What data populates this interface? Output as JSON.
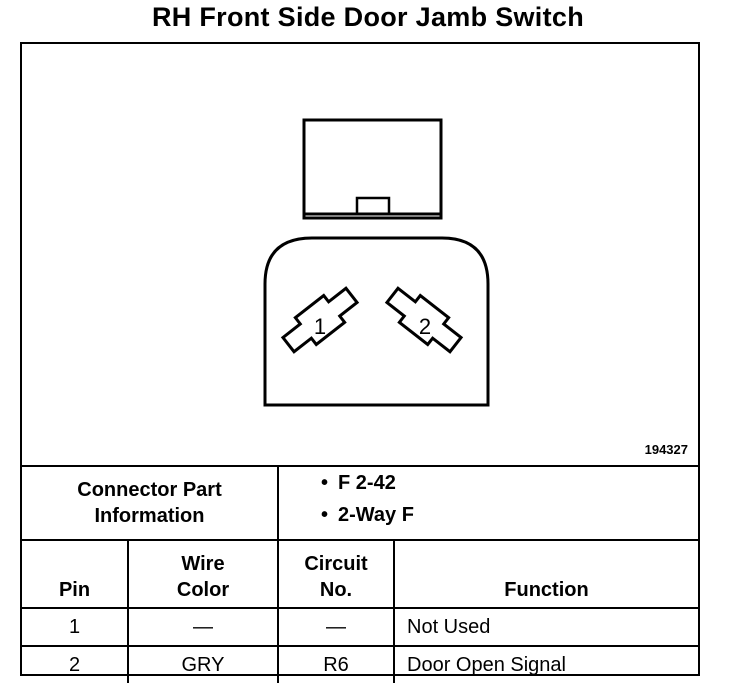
{
  "title": "RH Front Side Door Jamb Switch",
  "diagram": {
    "ref_number": "194327",
    "pin_labels": [
      "1",
      "2"
    ]
  },
  "connector_info": {
    "label_line1": "Connector Part",
    "label_line2": "Information",
    "items": [
      "F 2-42",
      "2-Way F"
    ]
  },
  "table": {
    "headers": {
      "pin": "Pin",
      "wire_color_line1": "Wire",
      "wire_color_line2": "Color",
      "circuit_line1": "Circuit",
      "circuit_line2": "No.",
      "function": "Function"
    },
    "rows": [
      {
        "pin": "1",
        "wire_color": "—",
        "circuit": "—",
        "function": "Not Used"
      },
      {
        "pin": "2",
        "wire_color": "GRY",
        "circuit": "R6",
        "function": "Door Open Signal"
      }
    ]
  }
}
